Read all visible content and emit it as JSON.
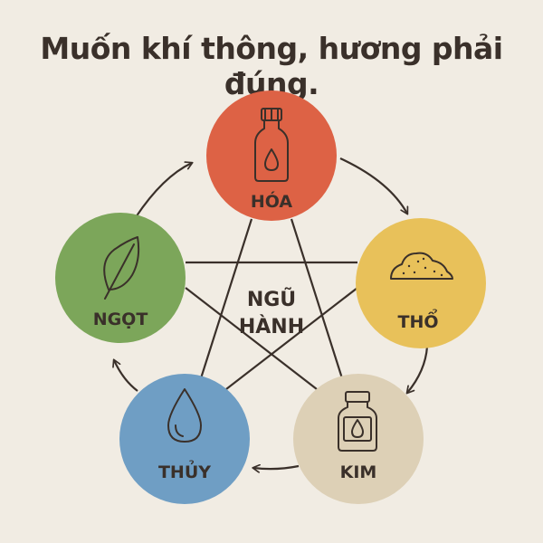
{
  "title": "Muốn khí thông, hương phải đúng.",
  "center": {
    "line1": "NGŨ",
    "line2": "HÀNH"
  },
  "nodes": [
    {
      "id": "hoa",
      "label": "HÓA",
      "color": "#dd6245",
      "icon": "bottle-drop-icon"
    },
    {
      "id": "tho",
      "label": "THỔ",
      "color": "#e8c15a",
      "icon": "powder-pile-icon"
    },
    {
      "id": "kim",
      "label": "KIM",
      "color": "#ddd0b6",
      "icon": "jar-drop-icon"
    },
    {
      "id": "thuy",
      "label": "THỦY",
      "color": "#6f9ec4",
      "icon": "water-drop-icon"
    },
    {
      "id": "ngot",
      "label": "NGỌT",
      "color": "#7ca65a",
      "icon": "leaf-icon"
    }
  ],
  "cycle": [
    "HÓA",
    "THỔ",
    "KIM",
    "THỦY",
    "NGỌT"
  ]
}
